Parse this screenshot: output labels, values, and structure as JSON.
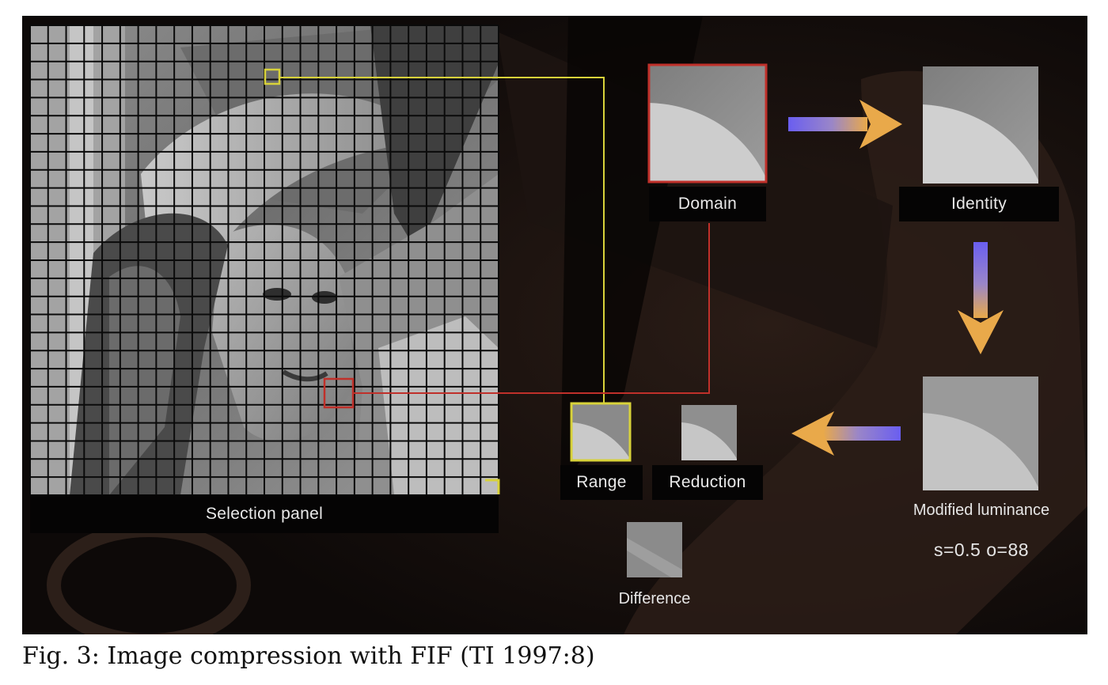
{
  "figure": {
    "caption": "Fig. 3: Image compression with FIF (TI 1997:8)"
  },
  "labels": {
    "selection_panel": "Selection panel",
    "domain": "Domain",
    "identity": "Identity",
    "modified_luminance": "Modified luminance",
    "parameters": "s=0.5 o=88",
    "range": "Range",
    "reduction": "Reduction",
    "difference": "Difference"
  },
  "colors": {
    "background": "#120d0b",
    "domain_marker": "#c0302a",
    "range_marker": "#d8d23a",
    "arrow_start": "#6a5ef0",
    "arrow_end": "#e9a94a",
    "grid": "#0a0a0a"
  },
  "selection_grid": {
    "columns": 26,
    "rows": 26
  },
  "icons": [
    "arrow-right-icon",
    "arrow-down-icon",
    "arrow-left-icon"
  ]
}
